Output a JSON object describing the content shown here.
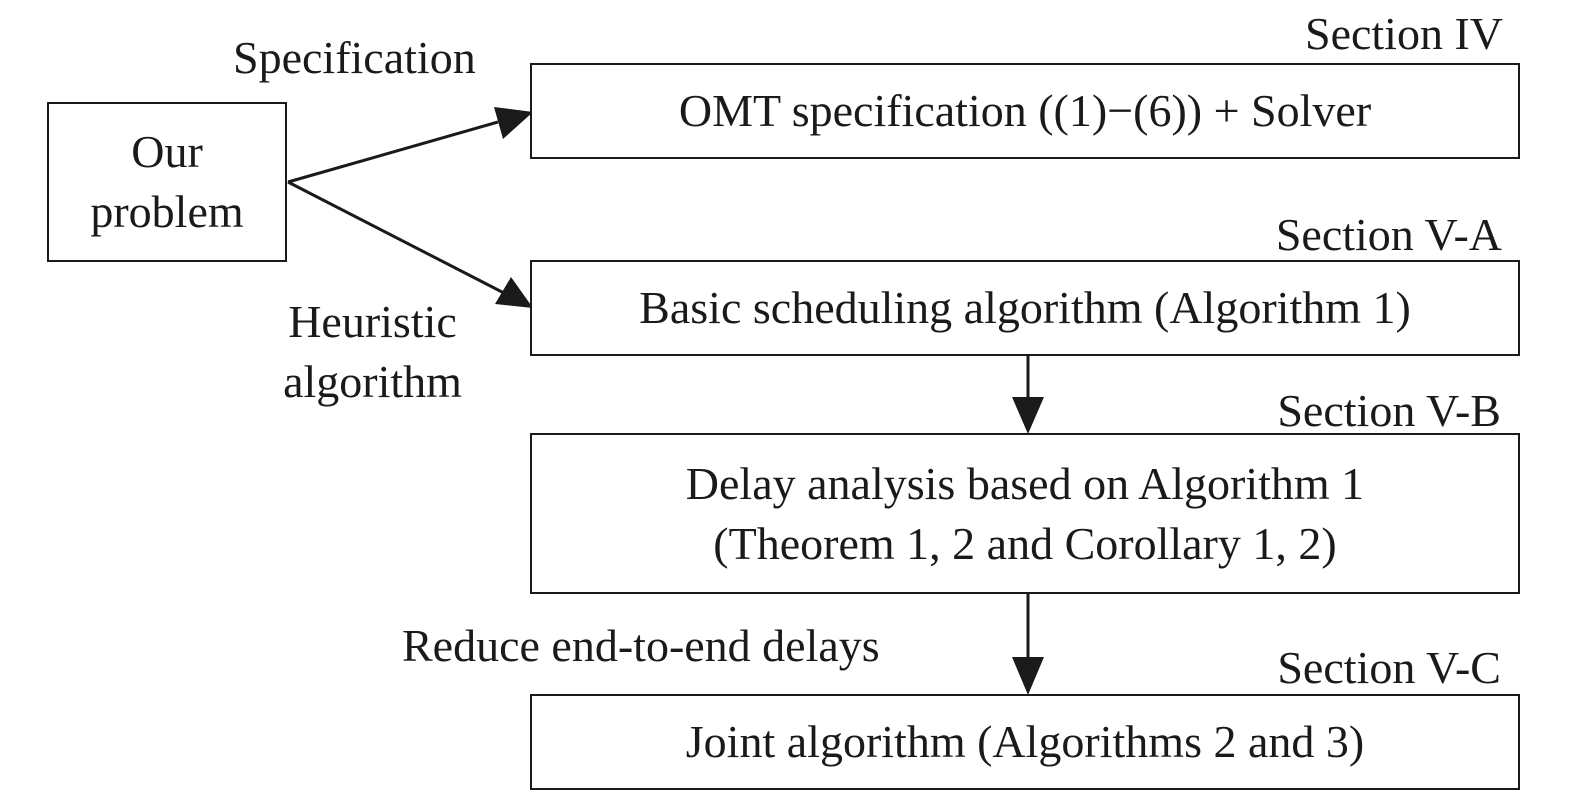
{
  "diagram": {
    "start_node": {
      "lines": [
        "Our",
        "problem"
      ]
    },
    "branch_labels": {
      "specification": "Specification",
      "heuristic": [
        "Heuristic",
        "algorithm"
      ]
    },
    "nodes": [
      {
        "section": "Section IV",
        "lines": [
          "OMT specification ((1)−(6)) + Solver"
        ]
      },
      {
        "section": "Section V-A",
        "lines": [
          "Basic scheduling algorithm (Algorithm 1)"
        ]
      },
      {
        "section": "Section V-B",
        "lines": [
          "Delay analysis based on Algorithm 1",
          "(Theorem 1, 2 and Corollary 1, 2)"
        ]
      },
      {
        "section": "Section V-C",
        "lines": [
          "Joint algorithm (Algorithms 2 and 3)"
        ]
      }
    ],
    "edge_labels": {
      "reduce": "Reduce end-to-end delays"
    }
  }
}
